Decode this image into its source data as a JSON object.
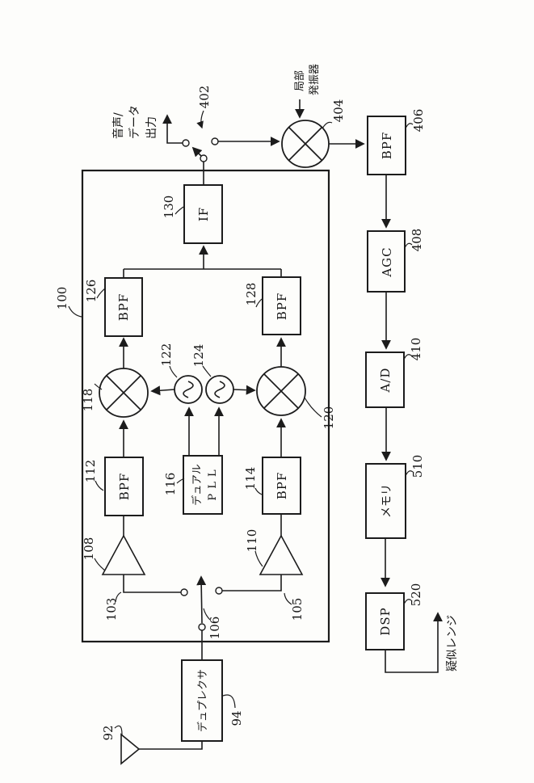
{
  "diagram": {
    "outputs": {
      "audio_line1": "音声/",
      "audio_line2": "データ",
      "audio_line3": "出力",
      "pseudorange": "疑似レンジ"
    },
    "local_oscillator": {
      "line1": "局部",
      "line2": "発振器"
    },
    "blocks": {
      "duplexer": "デュプレクサ",
      "bpf": "BPF",
      "dual_pll_line1": "デュアル",
      "dual_pll_line2": "P L L",
      "if_label": "IF",
      "agc": "AGC",
      "adc": "A/D",
      "memory": "メモリ",
      "dsp": "DSP"
    },
    "refs": {
      "r92": "92",
      "r94": "94",
      "r100": "100",
      "r103": "103",
      "r105": "105",
      "r106": "106",
      "r108": "108",
      "r110": "110",
      "r112": "112",
      "r114": "114",
      "r116": "116",
      "r118": "118",
      "r120": "120",
      "r122": "122",
      "r124": "124",
      "r126": "126",
      "r128": "128",
      "r130": "130",
      "r402": "402",
      "r404": "404",
      "r406": "406",
      "r408": "408",
      "r410": "410",
      "r510": "510",
      "r520": "520"
    }
  }
}
